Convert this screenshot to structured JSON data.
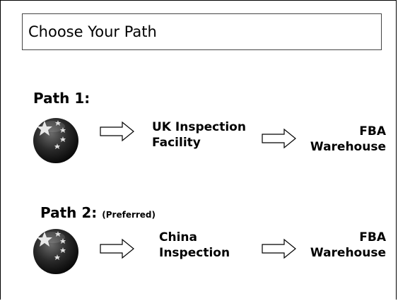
{
  "title": "Choose Your Path",
  "paths": [
    {
      "label": "Path 1:",
      "note": "",
      "steps": [
        {
          "line1": "UK Inspection",
          "line2": "Facility"
        },
        {
          "line1": "FBA",
          "line2": "Warehouse"
        }
      ]
    },
    {
      "label": "Path 2:",
      "note": "(Preferred)",
      "steps": [
        {
          "line1": "China",
          "line2": "Inspection"
        },
        {
          "line1": "FBA",
          "line2": "Warehouse"
        }
      ]
    }
  ],
  "icons": {
    "origin": "china-flag-globe-icon",
    "arrow": "right-arrow-icon"
  }
}
